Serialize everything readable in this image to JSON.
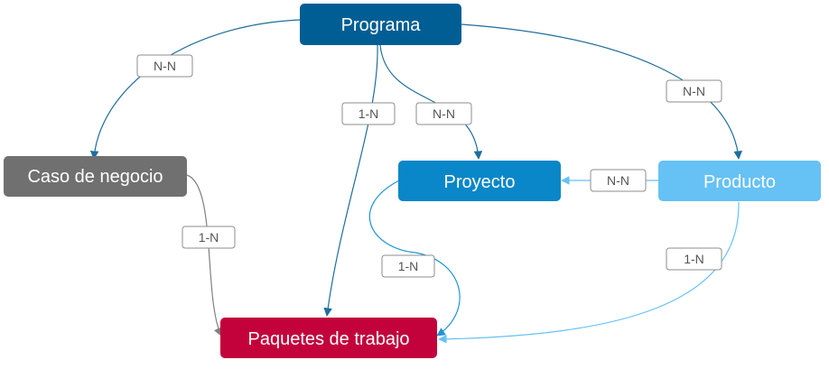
{
  "nodes": {
    "programa": {
      "label": "Programa",
      "color": "#005e94"
    },
    "caso": {
      "label": "Caso de negocio",
      "color": "#707070"
    },
    "proyecto": {
      "label": "Proyecto",
      "color": "#0a87c8"
    },
    "producto": {
      "label": "Producto",
      "color": "#66c1f4"
    },
    "paquetes": {
      "label": "Paquetes de trabajo",
      "color": "#c3023c"
    }
  },
  "edges": {
    "programa_caso": {
      "label": "N-N",
      "color": "#1f6e9c"
    },
    "programa_paquetes": {
      "label": "1-N",
      "color": "#1f6e9c"
    },
    "programa_proyecto": {
      "label": "N-N",
      "color": "#1f6e9c"
    },
    "programa_producto": {
      "label": "N-N",
      "color": "#1f6e9c"
    },
    "producto_proyecto": {
      "label": "N-N",
      "color": "#66c1f4"
    },
    "caso_paquetes": {
      "label": "1-N",
      "color": "#808080"
    },
    "proyecto_paquetes": {
      "label": "1-N",
      "color": "#1e95d2"
    },
    "producto_paquetes": {
      "label": "1-N",
      "color": "#66c1f4"
    }
  }
}
